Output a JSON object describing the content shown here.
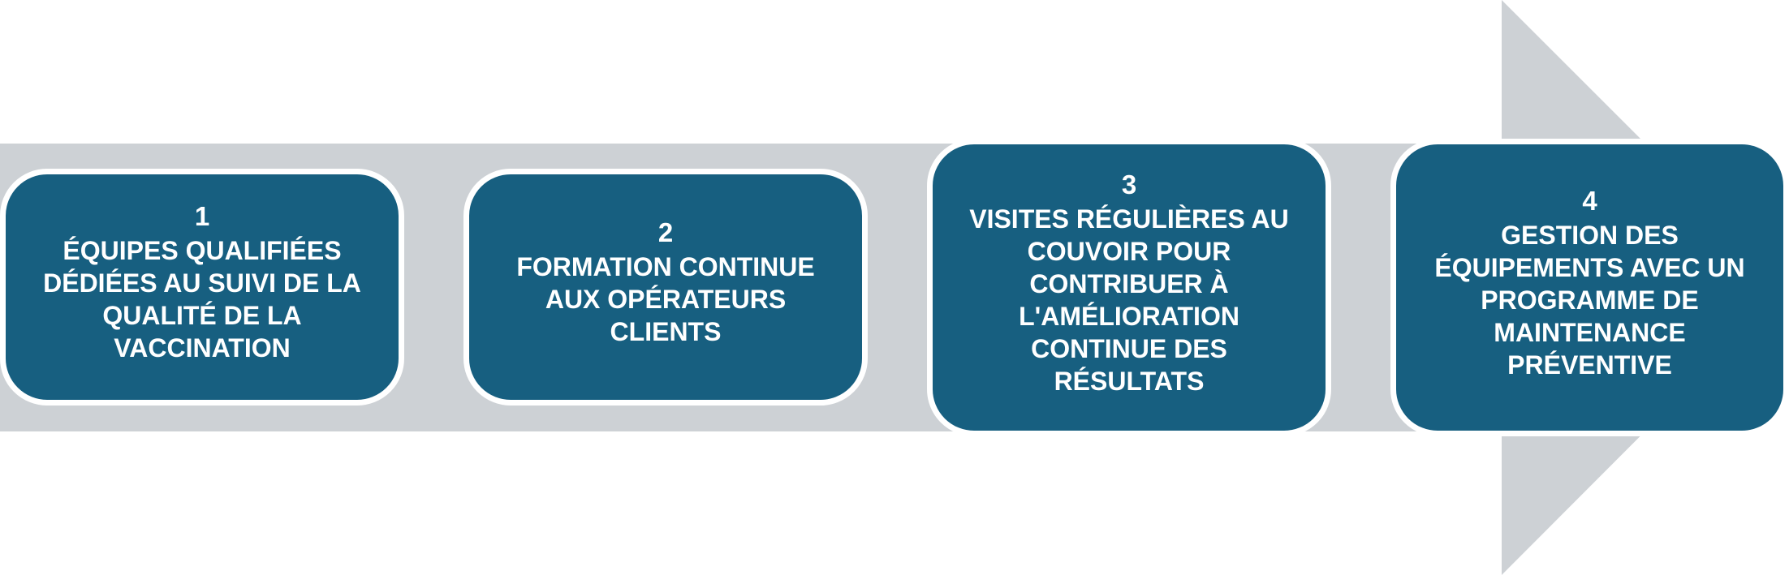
{
  "colors": {
    "arrow": "#cdd1d5",
    "box_fill": "#175f80",
    "box_border": "#ffffff",
    "text": "#ffffff"
  },
  "steps": [
    {
      "number": "1",
      "text": "ÉQUIPES QUALIFIÉES DÉDIÉES AU SUIVI DE LA QUALITÉ DE LA VACCINATION"
    },
    {
      "number": "2",
      "text": "FORMATION CONTINUE AUX OPÉRATEURS CLIENTS"
    },
    {
      "number": "3",
      "text": "VISITES RÉGULIÈRES AU COUVOIR POUR CONTRIBUER À L'AMÉLIORATION CONTINUE DES RÉSULTATS"
    },
    {
      "number": "4",
      "text": "GESTION DES ÉQUIPEMENTS AVEC UN PROGRAMME DE MAINTENANCE PRÉVENTIVE"
    }
  ]
}
